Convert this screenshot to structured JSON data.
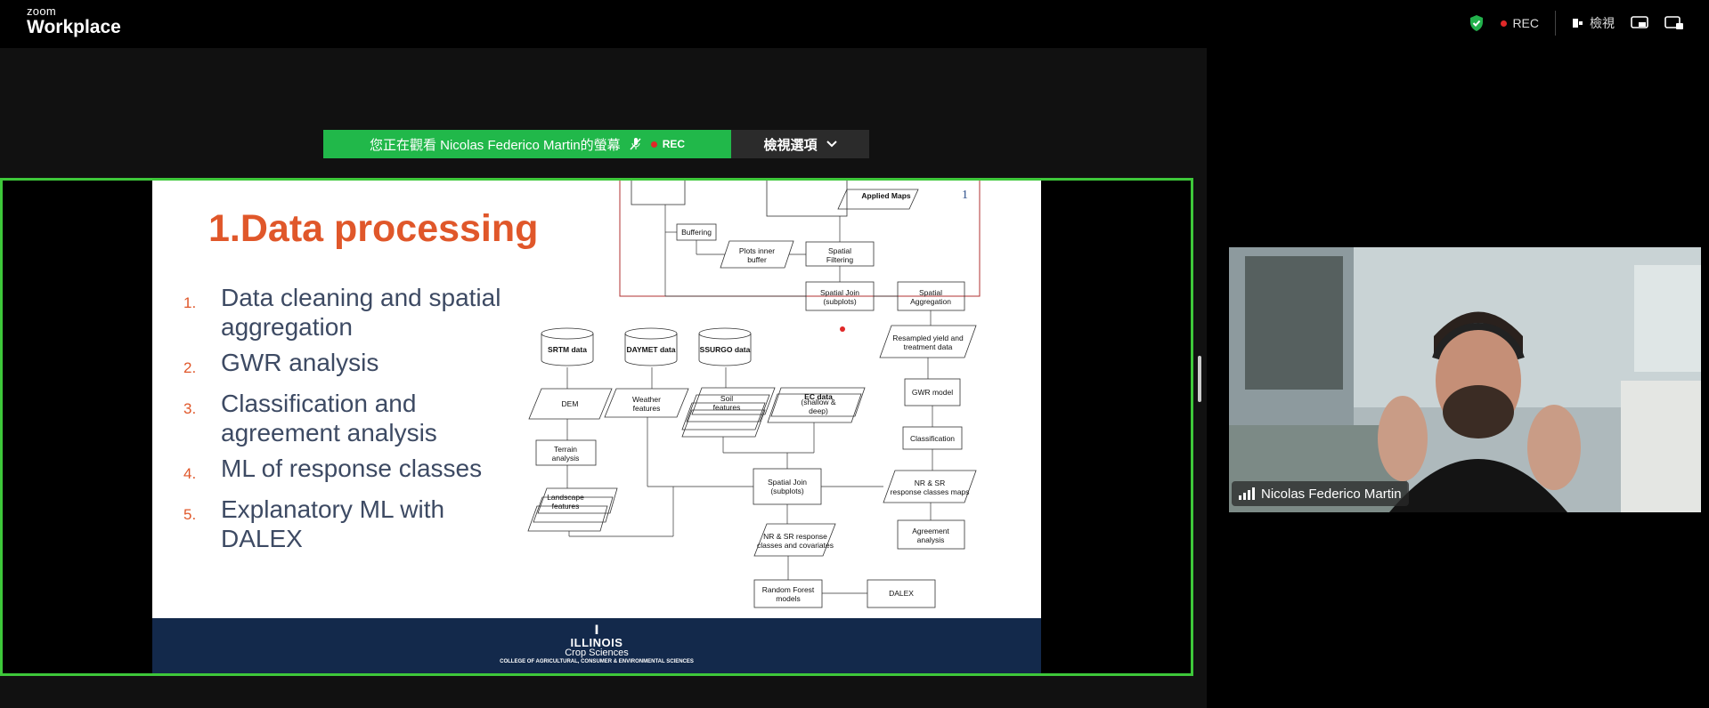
{
  "app": {
    "logo_top": "zoom",
    "logo_bottom": "Workplace"
  },
  "topbar": {
    "rec_label": "REC",
    "view_label": "檢視"
  },
  "banner": {
    "viewing_text": "您正在觀看 Nicolas Federico Martin的螢幕",
    "rec_label": "REC",
    "options_label": "檢視選項"
  },
  "slide": {
    "title": "1.Data processing",
    "page_number": "1",
    "items": [
      {
        "num": "1.",
        "text": "Data cleaning and spatial aggregation"
      },
      {
        "num": "2.",
        "text": "GWR analysis"
      },
      {
        "num": "3.",
        "text": "Classification and agreement analysis"
      },
      {
        "num": "4.",
        "text": "ML of response classes"
      },
      {
        "num": "5.",
        "text": "Explanatory ML with DALEX"
      }
    ],
    "flowchart": {
      "applied_maps": "Applied Maps",
      "buffering": "Buffering",
      "plots_inner_buffer": "Plots inner buffer",
      "spatial_filtering": "Spatial Filtering",
      "spatial_join_subplots_top": "Spatial Join (subplots)",
      "spatial_aggregation": "Spatial Aggregation",
      "resampled": "Resampled yield and treatment data",
      "srtm": "SRTM data",
      "daymet": "DAYMET data",
      "ssurgo": "SSURGO data",
      "dem": "DEM",
      "weather": "Weather features",
      "soil": "Soil features",
      "ec_data": "EC data",
      "ec_sub": "(shallow & deep)",
      "gwr_model": "GWR model",
      "classification": "Classification",
      "terrain": "Terrain analysis",
      "nr_sr_maps": "NR & SR response classes maps",
      "landscape": "Landscape features",
      "spatial_join_subplots": "Spatial Join (subplots)",
      "agreement": "Agreement analysis",
      "nr_sr_cov": "NR & SR response classes and covariates",
      "random_forest": "Random Forest models",
      "dalex": "DALEX"
    },
    "footer": {
      "org": "ILLINOIS",
      "dept": "Crop Sciences",
      "college": "COLLEGE OF AGRICULTURAL, CONSUMER & ENVIRONMENTAL SCIENCES"
    }
  },
  "participant": {
    "name": "Nicolas Federico Martin"
  },
  "colors": {
    "accent_green": "#21b84a",
    "frame_green": "#3ec83a",
    "title_orange": "#e0572a",
    "footer_navy": "#13294b"
  }
}
